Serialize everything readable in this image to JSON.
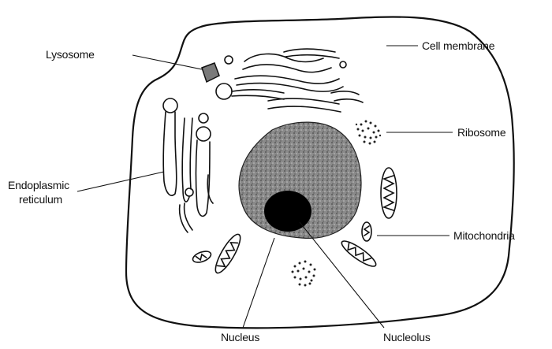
{
  "diagram": {
    "labels": {
      "lysosome": "Lysosome",
      "cell_membrane": "Cell membrane",
      "ribosome": "Ribosome",
      "endoplasmic_line1": "Endoplasmic",
      "endoplasmic_line2": "reticulum",
      "mitochondria": "Mitochondria",
      "nucleus": "Nucleus",
      "nucleolus": "Nucleolus"
    },
    "colors": {
      "ink": "#111111",
      "nucleus_fill": "#8a8a8a",
      "nucleolus_fill": "#000000",
      "background": "#ffffff"
    }
  }
}
